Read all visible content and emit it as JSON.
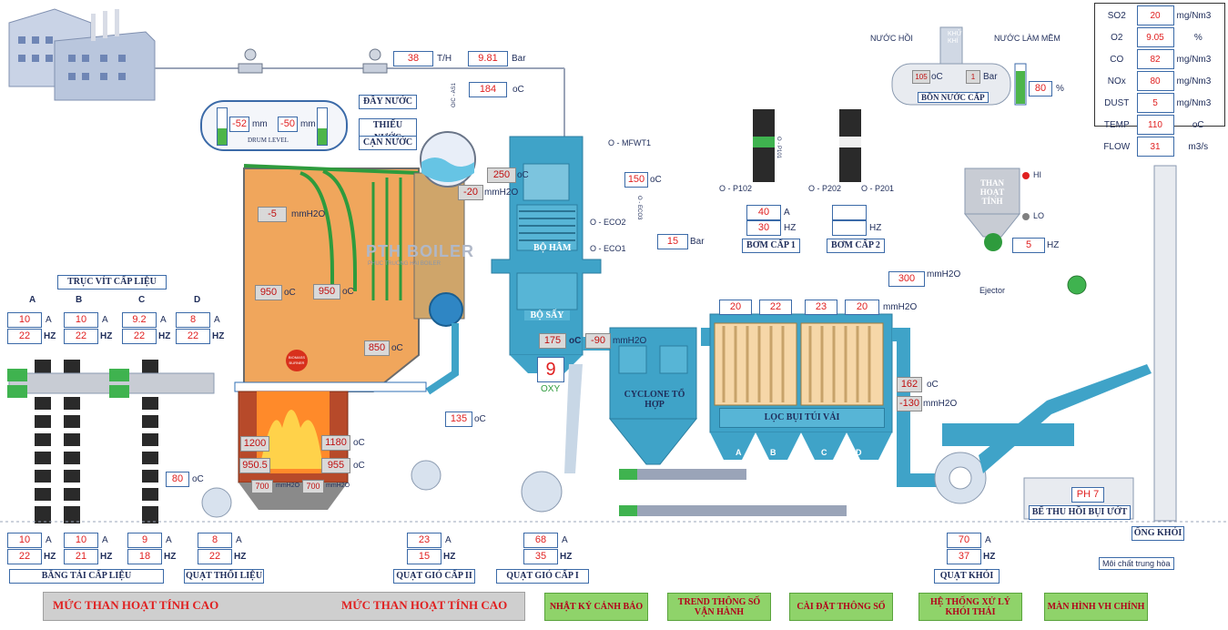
{
  "header": {
    "flow": {
      "value": "38",
      "unit": "T/H"
    },
    "pressure": {
      "value": "9.81",
      "unit": "Bar"
    },
    "steam_temp": {
      "value": "184",
      "unit": "oC"
    }
  },
  "drum": {
    "level1": "-52",
    "level2": "-50",
    "unit": "mm",
    "title": "DRUM LEVEL",
    "labels": [
      "ĐẦY NƯỚC",
      "THIẾU NƯỚC",
      "CẠN NƯỚC"
    ],
    "valve_tag": "O/C - AS1"
  },
  "furnace": {
    "t250": "250",
    "p_neg20": "-20",
    "p_neg5": "-5",
    "t950a": "950",
    "t950b": "950",
    "t850": "850",
    "t1200": "1200",
    "t1180": "1180",
    "t9505": "950.5",
    "t955": "955",
    "p700a": "700",
    "p700b": "700",
    "unit_c": "oC",
    "unit_mmh2o": "mmH2O",
    "unit_mmh2o_small": "mmH2O"
  },
  "logo": {
    "name": "PTH BOILER",
    "tag": "PHUC TRUONG HAI BOILER",
    "badge": "BIOMASS BURNER"
  },
  "economizer": {
    "label": "BỘ HÂM",
    "t150": "150",
    "p15": "15",
    "unit_bar": "Bar",
    "valves": [
      "O - MFWT1",
      "O - ECO2",
      "O - ECO1",
      "O - ECO3"
    ]
  },
  "airheater": {
    "label": "BỘ SẤY",
    "t175": "175",
    "p_neg90": "-90",
    "oxy": "9",
    "oxy_label": "OXY",
    "t135": "135"
  },
  "pumps": {
    "pump1": {
      "name": "BƠM CẤP 1",
      "a": "40",
      "hz": "30"
    },
    "pump2": {
      "name": "BƠM CẤP 2",
      "a": "",
      "hz": ""
    },
    "valves": [
      "O - P102",
      "O - P101",
      "O - P202",
      "O - P201"
    ],
    "unit_a": "A",
    "unit_hz": "HZ"
  },
  "deaerator": {
    "title": "BỒN NƯỚC CẤP",
    "temp": "105",
    "pressure": "1",
    "level": "80",
    "unit_pct": "%",
    "in1": "NƯỚC HỒI",
    "in2": "NƯỚC LÀM MỀM",
    "vent": "KHỬ KHÍ"
  },
  "emissions": {
    "rows": [
      {
        "name": "SO2",
        "value": "20",
        "unit": "mg/Nm3"
      },
      {
        "name": "O2",
        "value": "9.05",
        "unit": "%"
      },
      {
        "name": "CO",
        "value": "82",
        "unit": "mg/Nm3"
      },
      {
        "name": "NOx",
        "value": "80",
        "unit": "mg/Nm3"
      },
      {
        "name": "DUST",
        "value": "5",
        "unit": "mg/Nm3"
      },
      {
        "name": "TEMP",
        "value": "110",
        "unit": "oC"
      },
      {
        "name": "FLOW",
        "value": "31",
        "unit": "m3/s"
      }
    ]
  },
  "carbon": {
    "title": "THAN HOẠT TÍNH",
    "hi": "HI",
    "lo": "LO",
    "hz": "5",
    "ejector": "Ejector",
    "pressure": "300"
  },
  "bagfilter": {
    "title": "LỌC BỤI TÚI VẢI",
    "dp": [
      "20",
      "22",
      "23",
      "20"
    ],
    "hoppers": [
      "A",
      "B",
      "C",
      "D"
    ],
    "t162": "162",
    "p_neg130": "-130"
  },
  "cyclone": {
    "title": "CYCLONE TỔ HỢP"
  },
  "feeders_top": {
    "title": "TRỤC VÍT CẤP LIỆU",
    "cols": [
      {
        "name": "A",
        "a": "10",
        "hz": "22"
      },
      {
        "name": "B",
        "a": "10",
        "hz": "22"
      },
      {
        "name": "C",
        "a": "9.2",
        "hz": "22"
      },
      {
        "name": "D",
        "a": "8",
        "hz": "22"
      }
    ]
  },
  "bottom": {
    "conveyor": {
      "title": "BĂNG TẢI CẤP LIỆU",
      "cols": [
        {
          "a": "10",
          "hz": "22"
        },
        {
          "a": "10",
          "hz": "21"
        },
        {
          "a": "9",
          "hz": "18"
        }
      ]
    },
    "fuel_fan": {
      "title": "QUẠT THỔI LIỆU",
      "a": "8",
      "hz": "22",
      "temp": "80"
    },
    "fan2": {
      "title": "QUẠT GIÓ CẤP II",
      "a": "23",
      "hz": "15"
    },
    "fan1": {
      "title": "QUẠT GIÓ CẤP I",
      "a": "68",
      "hz": "35"
    },
    "idfan": {
      "title": "QUẠT KHÓI",
      "a": "70",
      "hz": "37"
    },
    "ph": {
      "value": "PH 7",
      "title": "BỂ THU HỒI BỤI ƯỚT",
      "chem": "Môi chất trung hòa"
    },
    "stack": {
      "title": "ỐNG KHÓI"
    }
  },
  "alarms": [
    "MỨC THAN HOẠT TÍNH CAO",
    "MỨC THAN HOẠT TÍNH CAO"
  ],
  "nav": [
    "NHẬT KÝ CẢNH BÁO",
    "TREND THÔNG SỐ VẬN HÀNH",
    "CÀI ĐẶT THÔNG SỐ",
    "HỆ THỐNG XỬ LÝ KHÓI THẢI",
    "MÀN HÌNH VH CHÍNH"
  ],
  "colors": {
    "process": "#3fa3c8",
    "furnace": "#f0a65c",
    "button": "#8fd36a",
    "value": "#e02020"
  }
}
